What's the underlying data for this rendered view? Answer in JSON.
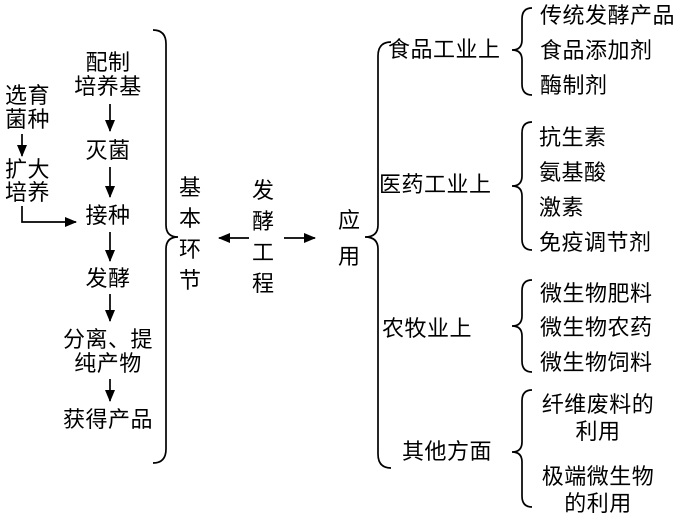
{
  "colors": {
    "ink": "#000000",
    "background": "#ffffff"
  },
  "process": {
    "side_steps": [
      {
        "label": "选育\n菌种"
      },
      {
        "label": "扩大\n培养"
      }
    ],
    "main_steps": [
      {
        "label": "配制\n培养基"
      },
      {
        "label": "灭菌"
      },
      {
        "label": "接种"
      },
      {
        "label": "发酵"
      },
      {
        "label": "分离、提\n纯产物"
      },
      {
        "label": "获得产品"
      }
    ]
  },
  "center": {
    "basic_steps_label": "基本环节",
    "subject": "发酵工程",
    "application_label": "应用"
  },
  "applications": [
    {
      "category": "食品工业上",
      "items": [
        "传统发酵产品",
        "食品添加剂",
        "酶制剂"
      ]
    },
    {
      "category": "医药工业上",
      "items": [
        "抗生素",
        "氨基酸",
        "激素",
        "免疫调节剂"
      ]
    },
    {
      "category": "农牧业上",
      "items": [
        "微生物肥料",
        "微生物农药",
        "微生物饲料"
      ]
    },
    {
      "category": "其他方面",
      "items": [
        "纤维废料的\n利用",
        "极端微生物\n的利用"
      ]
    }
  ]
}
